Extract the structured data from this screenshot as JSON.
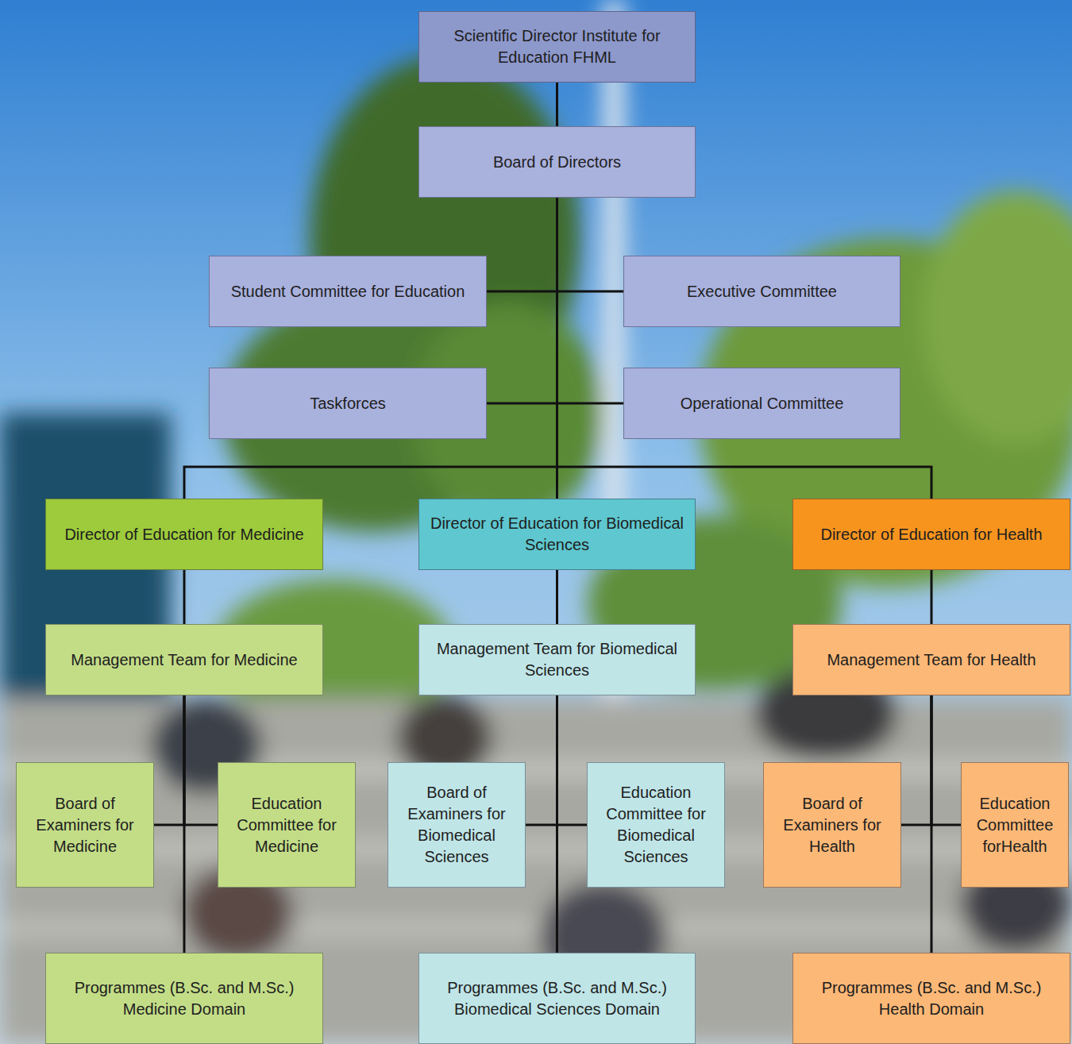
{
  "diagram": {
    "nodes": [
      {
        "text": [
          "Scientific Director Institute for Education FHML"
        ]
      },
      {
        "text": [
          "Board of Directors"
        ]
      },
      {
        "text": [
          "Student Committee for Education"
        ]
      },
      {
        "text": [
          "Executive Committee"
        ]
      },
      {
        "text": [
          "Taskforces"
        ]
      },
      {
        "text": [
          "Operational Committee"
        ]
      },
      {
        "text": [
          "Director of Education for Medicine"
        ]
      },
      {
        "text": [
          "Director of Education for Biomedical Sciences"
        ]
      },
      {
        "text": [
          "Director of Education for Health"
        ]
      },
      {
        "text": [
          "Management Team for Medicine"
        ]
      },
      {
        "text": [
          "Management Team for Biomedical Sciences"
        ]
      },
      {
        "text": [
          "Management Team for Health"
        ]
      },
      {
        "text": [
          "Board of Examiners for Medicine"
        ]
      },
      {
        "text": [
          "Education Committee for Medicine"
        ]
      },
      {
        "text": [
          "Board of Examiners for Biomedical Sciences"
        ]
      },
      {
        "text": [
          "Education Committee for Biomedical Sciences"
        ]
      },
      {
        "text": [
          "Board of Examiners for Health"
        ]
      },
      {
        "text": [
          "Education Committee forHealth"
        ]
      },
      {
        "text": [
          "Programmes (B.Sc. and M.Sc.) Medicine Domain"
        ]
      },
      {
        "text": [
          "Programmes (B.Sc. and M.Sc.) Biomedical Sciences Domain"
        ]
      },
      {
        "text": [
          "Programmes (B.Sc. and M.Sc.) Health Domain"
        ]
      }
    ],
    "edges": [
      {
        "from": 0,
        "to": 1,
        "arrow": "none"
      },
      {
        "from": 1,
        "to": 2,
        "arrow": "none"
      },
      {
        "from": 1,
        "to": 3,
        "arrow": "none"
      },
      {
        "from": 1,
        "to": 4,
        "arrow": "none"
      },
      {
        "from": 1,
        "to": 5,
        "arrow": "none"
      },
      {
        "from": 1,
        "to": 6,
        "arrow": "none"
      },
      {
        "from": 1,
        "to": 7,
        "arrow": "none"
      },
      {
        "from": 1,
        "to": 8,
        "arrow": "none"
      },
      {
        "from": 6,
        "to": 9,
        "arrow": "none"
      },
      {
        "from": 7,
        "to": 10,
        "arrow": "none"
      },
      {
        "from": 8,
        "to": 11,
        "arrow": "none"
      },
      {
        "from": 9,
        "to": 12,
        "arrow": "none"
      },
      {
        "from": 9,
        "to": 13,
        "arrow": "none"
      },
      {
        "from": 9,
        "to": 18,
        "arrow": "none"
      },
      {
        "from": 10,
        "to": 14,
        "arrow": "none"
      },
      {
        "from": 10,
        "to": 15,
        "arrow": "none"
      },
      {
        "from": 10,
        "to": 19,
        "arrow": "none"
      },
      {
        "from": 11,
        "to": 16,
        "arrow": "none"
      },
      {
        "from": 11,
        "to": 17,
        "arrow": "none"
      },
      {
        "from": 11,
        "to": 20,
        "arrow": "none"
      }
    ]
  }
}
